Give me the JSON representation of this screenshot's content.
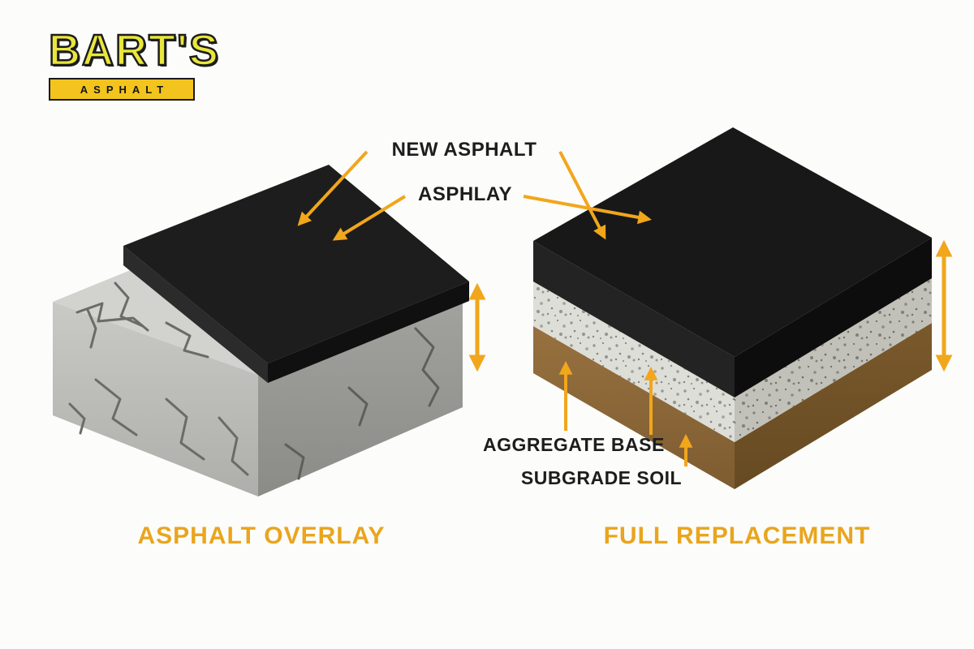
{
  "logo": {
    "name": "BART'S",
    "tagline": "ASPHALT"
  },
  "callouts": {
    "new_asphalt": "NEW ASPHALT",
    "asphlay": "ASPHLAY",
    "aggregate_base": "AGGREGATE BASE",
    "subgrade_soil": "SUBGRADE SOIL"
  },
  "captions": {
    "overlay": "ASPHALT OVERLAY",
    "replacement": "FULL REPLACEMENT"
  },
  "colors": {
    "accent_arrow": "#F1A61C",
    "caption_text": "#E9A51E",
    "label_text": "#1D1D1D",
    "asphalt_black": "#191919",
    "concrete_gray": "#C9C9C6",
    "aggregate_gray": "#DEDED8",
    "subgrade_brown": "#8F6A3A",
    "logo_yellow": "#E9E63D",
    "logo_box_yellow": "#F3C41D",
    "background": "#FCFCFA"
  }
}
